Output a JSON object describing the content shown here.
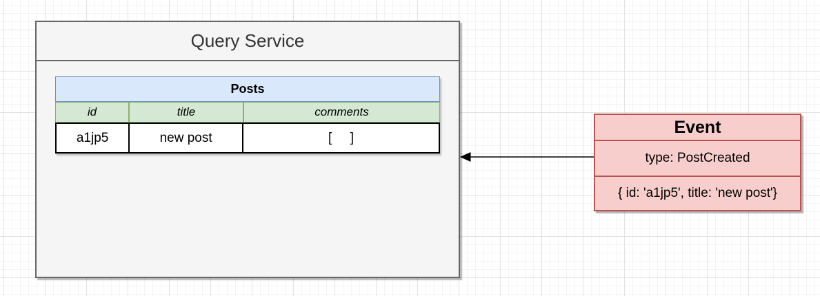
{
  "diagram": {
    "query_service": {
      "title": "Query Service",
      "posts_table": {
        "title": "Posts",
        "columns": [
          "id",
          "title",
          "comments"
        ],
        "rows": [
          [
            "a1jp5",
            "new post",
            "[     ]"
          ]
        ]
      }
    },
    "event": {
      "title": "Event",
      "fields": [
        "type: PostCreated",
        "{ id: 'a1jp5', title: 'new post'}"
      ]
    },
    "arrow": {
      "from": "Event",
      "to": "Query Service",
      "direction": "left",
      "style": "solid-line-filled-arrowhead"
    },
    "colors": {
      "query_service_fill": "#f5f5f5",
      "query_service_stroke": "#666666",
      "query_service_text": "#333333",
      "table_title_fill": "#dae8fc",
      "table_title_stroke": "#6c8ebf",
      "table_columns_fill": "#d5e8d4",
      "table_columns_stroke": "#82b366",
      "table_data_stroke": "#000000",
      "event_fill": "#f8cecc",
      "event_stroke": "#b85450",
      "arrow_color": "#000000"
    }
  }
}
